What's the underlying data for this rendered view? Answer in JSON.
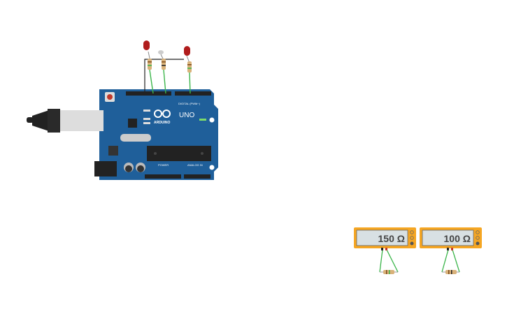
{
  "canvas": {
    "background": "#ffffff"
  },
  "arduino": {
    "logo_text": "ARDUINO",
    "model": "UNO",
    "digital_label": "DIGITAL (PWM~)",
    "power_label": "POWER",
    "analog_label": "ANALOG IN",
    "board_color": "#1f5f9a"
  },
  "multimeters": [
    {
      "reading": "150 Ω"
    },
    {
      "reading": "100 Ω"
    }
  ],
  "colors": {
    "wire_green": "#3bb54a",
    "wire_black": "#222222",
    "led_red": "#b01c1c",
    "multimeter_body": "#f5a623"
  }
}
